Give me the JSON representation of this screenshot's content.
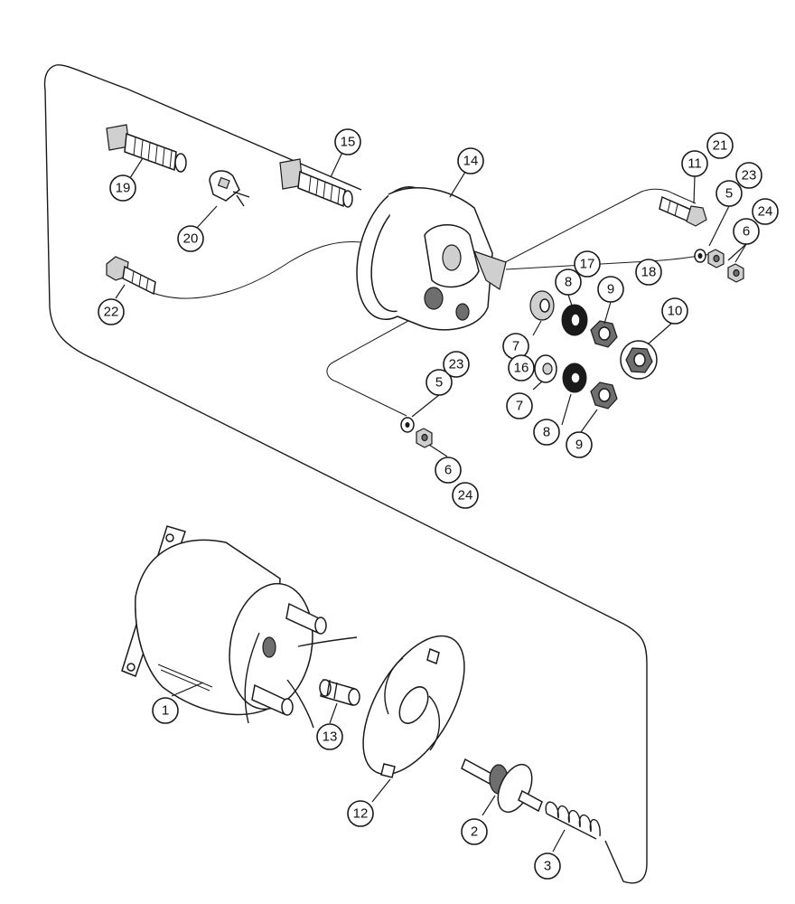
{
  "callouts": [
    {
      "id": "c1",
      "label": "1"
    },
    {
      "id": "c2",
      "label": "2"
    },
    {
      "id": "c3",
      "label": "3"
    },
    {
      "id": "c5a",
      "label": "5"
    },
    {
      "id": "c5b",
      "label": "5"
    },
    {
      "id": "c6a",
      "label": "6"
    },
    {
      "id": "c6b",
      "label": "6"
    },
    {
      "id": "c7a",
      "label": "7"
    },
    {
      "id": "c7b",
      "label": "7"
    },
    {
      "id": "c8a",
      "label": "8"
    },
    {
      "id": "c8b",
      "label": "8"
    },
    {
      "id": "c9a",
      "label": "9"
    },
    {
      "id": "c9b",
      "label": "9"
    },
    {
      "id": "c10",
      "label": "10"
    },
    {
      "id": "c11",
      "label": "11"
    },
    {
      "id": "c12",
      "label": "12"
    },
    {
      "id": "c13",
      "label": "13"
    },
    {
      "id": "c14",
      "label": "14"
    },
    {
      "id": "c15",
      "label": "15"
    },
    {
      "id": "c16",
      "label": "16"
    },
    {
      "id": "c17",
      "label": "17"
    },
    {
      "id": "c18",
      "label": "18"
    },
    {
      "id": "c19",
      "label": "19"
    },
    {
      "id": "c20",
      "label": "20"
    },
    {
      "id": "c21",
      "label": "21"
    },
    {
      "id": "c22",
      "label": "22"
    },
    {
      "id": "c23a",
      "label": "23"
    },
    {
      "id": "c23b",
      "label": "23"
    },
    {
      "id": "c24a",
      "label": "24"
    },
    {
      "id": "c24b",
      "label": "24"
    }
  ]
}
